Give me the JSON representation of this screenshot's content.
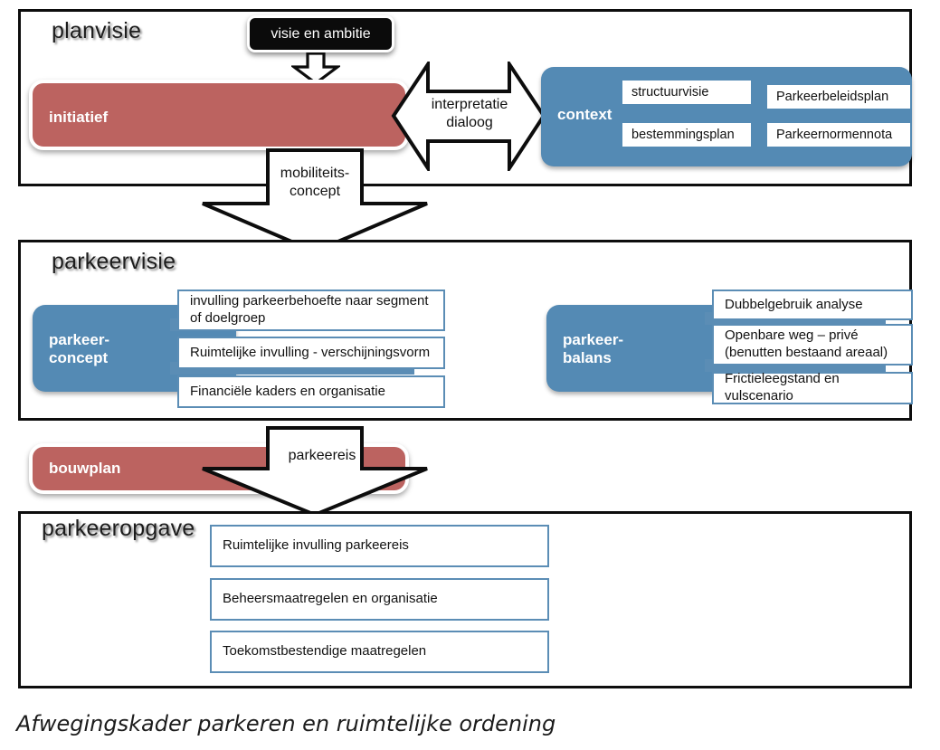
{
  "caption": "Afwegingskader parkeren en ruimtelijke ordening",
  "colors": {
    "red": "#bc6360",
    "blue": "#548ab4",
    "box_border_blue": "#5b8db5",
    "frame_black": "#0d0d0d",
    "chip_black": "#0b0b0b",
    "white": "#ffffff"
  },
  "sections": {
    "planvisie": {
      "title": "planvisie",
      "chip": {
        "label": "visie en ambitie"
      },
      "initiatief": {
        "label": "initiatief"
      },
      "context": {
        "label": "context",
        "items": [
          {
            "label": "structuurvisie"
          },
          {
            "label": "bestemmingsplan"
          },
          {
            "label": "Parkeerbeleidsplan"
          },
          {
            "label": "Parkeernormennota"
          }
        ]
      }
    },
    "parkeervisie": {
      "title": "parkeervisie",
      "parkeerconcept": {
        "label": "parkeer-\nconcept",
        "items": [
          {
            "label": "invulling parkeerbehoefte naar segment\nof doelgroep"
          },
          {
            "label": "Ruimtelijke invulling - verschijningsvorm"
          },
          {
            "label": "Financiële kaders en organisatie"
          }
        ]
      },
      "parkeerbalans": {
        "label": "parkeer-\nbalans",
        "items": [
          {
            "label": "Dubbelgebruik analyse"
          },
          {
            "label": "Openbare weg – privé\n(benutten bestaand areaal)"
          },
          {
            "label": "Frictieleegstand en vulscenario"
          }
        ]
      }
    },
    "bouwplan": {
      "label": "bouwplan"
    },
    "parkeeropgave": {
      "title": "parkeeropgave",
      "items": [
        {
          "label": "Ruimtelijke invulling parkeereis"
        },
        {
          "label": "Beheersmaatregelen en organisatie"
        },
        {
          "label": "Toekomstbestendige maatregelen"
        }
      ]
    }
  },
  "arrows": {
    "visie_down": {
      "label": ""
    },
    "interpretatie": {
      "label": "interpretatie\ndialoog"
    },
    "mobiliteitsconcept": {
      "label": "mobiliteits-\nconcept"
    },
    "parkeereis": {
      "label": "parkeereis"
    }
  }
}
